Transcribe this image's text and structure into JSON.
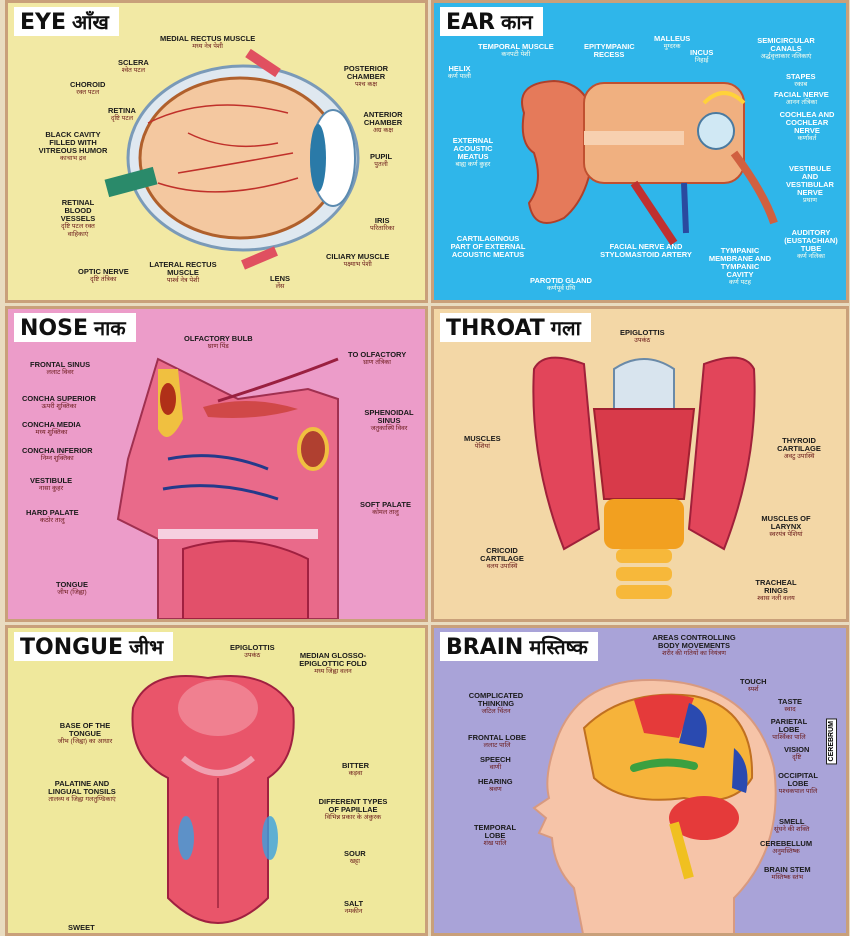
{
  "panels": {
    "eye": {
      "title_en": "EYE",
      "title_hi": "आँख",
      "labels": {
        "medial_rectus": {
          "en": "MEDIAL RECTUS MUSCLE",
          "hi": "मध्य नेत्र पेशी"
        },
        "sclera": {
          "en": "SCLERA",
          "hi": "श्वेत पटल"
        },
        "choroid": {
          "en": "CHOROID",
          "hi": "रक्त पटल"
        },
        "retina": {
          "en": "RETINA",
          "hi": "दृष्टि पटल"
        },
        "black_cavity": {
          "en": "BLACK CAVITY FILLED WITH VITREOUS HUMOR",
          "hi": "काचाभ द्रव"
        },
        "retinal_vessels": {
          "en": "RETINAL BLOOD VESSELS",
          "hi": "दृष्टि पटल रक्त वाहिकाएं"
        },
        "optic_nerve": {
          "en": "OPTIC NERVE",
          "hi": "दृष्टि तंत्रिका"
        },
        "lateral_rectus": {
          "en": "LATERAL RECTUS MUSCLE",
          "hi": "पार्श्व नेत्र पेशी"
        },
        "lens": {
          "en": "LENS",
          "hi": "लेंस"
        },
        "ciliary": {
          "en": "CILIARY MUSCLE",
          "hi": "पक्ष्माभ पेशी"
        },
        "iris": {
          "en": "IRIS",
          "hi": "परितारिका"
        },
        "pupil": {
          "en": "PUPIL",
          "hi": "पुतली"
        },
        "anterior_chamber": {
          "en": "ANTERIOR CHAMBER",
          "hi": "अग्र कक्ष"
        },
        "posterior_chamber": {
          "en": "POSTERIOR CHAMBER",
          "hi": "पश्च कक्ष"
        }
      }
    },
    "ear": {
      "title_en": "EAR",
      "title_hi": "कान",
      "labels": {
        "temporal_muscle": {
          "en": "TEMPORAL MUSCLE",
          "hi": "कनपटी पेशी"
        },
        "epitympanic": {
          "en": "EPITYMPANIC RECESS",
          "hi": ""
        },
        "malleus": {
          "en": "MALLEUS",
          "hi": "मुग्दरक"
        },
        "incus": {
          "en": "INCUS",
          "hi": "निहाई"
        },
        "semicircular": {
          "en": "SEMICIRCULAR CANALS",
          "hi": "अर्द्धवृत्ताकार नलिकाएं"
        },
        "helix": {
          "en": "HELIX",
          "hi": "कर्ण पाली"
        },
        "stapes": {
          "en": "STAPES",
          "hi": "रकाब"
        },
        "facial_nerve": {
          "en": "FACIAL NERVE",
          "hi": "आनन तंत्रिका"
        },
        "cochlea": {
          "en": "COCHLEA AND COCHLEAR NERVE",
          "hi": "कर्णावर्त"
        },
        "external_meatus": {
          "en": "EXTERNAL ACOUSTIC MEATUS",
          "hi": "बाह्य कर्ण कुहर"
        },
        "vestibule": {
          "en": "VESTIBULE AND VESTIBULAR NERVE",
          "hi": "प्रघाण"
        },
        "auditory_tube": {
          "en": "AUDITORY (EUSTACHIAN) TUBE",
          "hi": "कर्ण नलिका"
        },
        "cartilaginous": {
          "en": "CARTILAGINOUS PART OF EXTERNAL ACOUSTIC MEATUS",
          "hi": ""
        },
        "facial_nerve_artery": {
          "en": "FACIAL NERVE AND STYLOMASTOID ARTERY",
          "hi": ""
        },
        "tympanic": {
          "en": "TYMPANIC MEMBRANE AND TYMPANIC CAVITY",
          "hi": "कर्ण पटह"
        },
        "parotid": {
          "en": "PAROTID GLAND",
          "hi": "कर्णपूर्व ग्रंथि"
        }
      }
    },
    "nose": {
      "title_en": "NOSE",
      "title_hi": "नाक",
      "labels": {
        "olfactory_bulb": {
          "en": "OLFACTORY BULB",
          "hi": "घ्राण पिंड"
        },
        "to_olfactory": {
          "en": "TO OLFACTORY",
          "hi": "घ्राण तंत्रिका"
        },
        "frontal_sinus": {
          "en": "FRONTAL SINUS",
          "hi": "ललाट विवर"
        },
        "concha_superior": {
          "en": "CONCHA SUPERIOR",
          "hi": "ऊपरी शुक्तिका"
        },
        "concha_media": {
          "en": "CONCHA MEDIA",
          "hi": "मध्य शुक्तिका"
        },
        "concha_inferior": {
          "en": "CONCHA INFERIOR",
          "hi": "निम्न शुक्तिका"
        },
        "sphenoidal": {
          "en": "SPHENOIDAL SINUS",
          "hi": "जतुकास्थि विवर"
        },
        "vestibule": {
          "en": "VESTIBULE",
          "hi": "नासा कुहर"
        },
        "soft_palate": {
          "en": "SOFT PALATE",
          "hi": "कोमल तालु"
        },
        "hard_palate": {
          "en": "HARD PALATE",
          "hi": "कठोर तालु"
        },
        "tongue": {
          "en": "TONGUE",
          "hi": "जीभ (जिह्वा)"
        }
      }
    },
    "throat": {
      "title_en": "THROAT",
      "title_hi": "गला",
      "labels": {
        "epiglottis": {
          "en": "EPIGLOTTIS",
          "hi": "उपकंठ"
        },
        "muscles": {
          "en": "MUSCLES",
          "hi": "पेशियां"
        },
        "thyroid": {
          "en": "THYROID CARTILAGE",
          "hi": "अवटु उपास्थि"
        },
        "larynx_muscles": {
          "en": "MUSCLES OF LARYNX",
          "hi": "स्वरयंत्र पेशियां"
        },
        "cricoid": {
          "en": "CRICOID CARTILAGE",
          "hi": "वलय उपास्थि"
        },
        "tracheal": {
          "en": "TRACHEAL RINGS",
          "hi": "श्वास नली वलय"
        }
      }
    },
    "tongue": {
      "title_en": "TONGUE",
      "title_hi": "जीभ",
      "labels": {
        "epiglottis": {
          "en": "EPIGLOTTIS",
          "hi": "उपकंठ"
        },
        "median_fold": {
          "en": "MEDIAN GLOSSO-EPIGLOTTIC FOLD",
          "hi": "मध्य जिह्वा वलन"
        },
        "base": {
          "en": "BASE OF THE TONGUE",
          "hi": "जीभ (जिह्वा) का आधार"
        },
        "bitter": {
          "en": "BITTER",
          "hi": "कड़वा"
        },
        "tonsils": {
          "en": "PALATINE AND LINGUAL TONSILS",
          "hi": "तालव्य व जिह्वा गलतुण्डिकाएं"
        },
        "papillae": {
          "en": "DIFFERENT TYPES OF PAPILLAE",
          "hi": "विभिन्न प्रकार के अंकुरक"
        },
        "sour": {
          "en": "SOUR",
          "hi": "खट्टा"
        },
        "salt": {
          "en": "SALT",
          "hi": "नमकीन"
        },
        "sweet": {
          "en": "SWEET",
          "hi": ""
        }
      }
    },
    "brain": {
      "title_en": "BRAIN",
      "title_hi": "मस्तिष्क",
      "side_label": "CEREBRUM",
      "labels": {
        "movements": {
          "en": "AREAS CONTROLLING BODY MOVEMENTS",
          "hi": "शरीर की गतियों का नियंत्रण"
        },
        "touch": {
          "en": "TOUCH",
          "hi": "स्पर्श"
        },
        "taste": {
          "en": "TASTE",
          "hi": "स्वाद"
        },
        "complicated": {
          "en": "COMPLICATED THINKING",
          "hi": "जटिल चिंतन"
        },
        "parietal": {
          "en": "PARIETAL LOBE",
          "hi": "पार्श्विका पालि"
        },
        "frontal": {
          "en": "FRONTAL LOBE",
          "hi": "ललाट पालि"
        },
        "vision": {
          "en": "VISION",
          "hi": "दृष्टि"
        },
        "speech": {
          "en": "SPEECH",
          "hi": "वाणी"
        },
        "hearing": {
          "en": "HEARING",
          "hi": "श्रवण"
        },
        "occipital": {
          "en": "OCCIPITAL LOBE",
          "hi": "पश्चकपाल पालि"
        },
        "temporal": {
          "en": "TEMPORAL LOBE",
          "hi": "शंख पालि"
        },
        "smell": {
          "en": "SMELL",
          "hi": "सूंघने की शक्ति"
        },
        "cerebellum": {
          "en": "CEREBELLUM",
          "hi": "अनुमस्तिष्क"
        },
        "brain_stem": {
          "en": "BRAIN STEM",
          "hi": "मस्तिष्क स्तंभ"
        }
      }
    }
  },
  "colors": {
    "eye_bg": "#f2e9a4",
    "ear_bg": "#2fb6ea",
    "nose_bg": "#ec9cc9",
    "throat_bg": "#f3d7a6",
    "tongue_bg": "#efe89c",
    "brain_bg": "#a9a3d8",
    "border": "#c9a07a"
  }
}
